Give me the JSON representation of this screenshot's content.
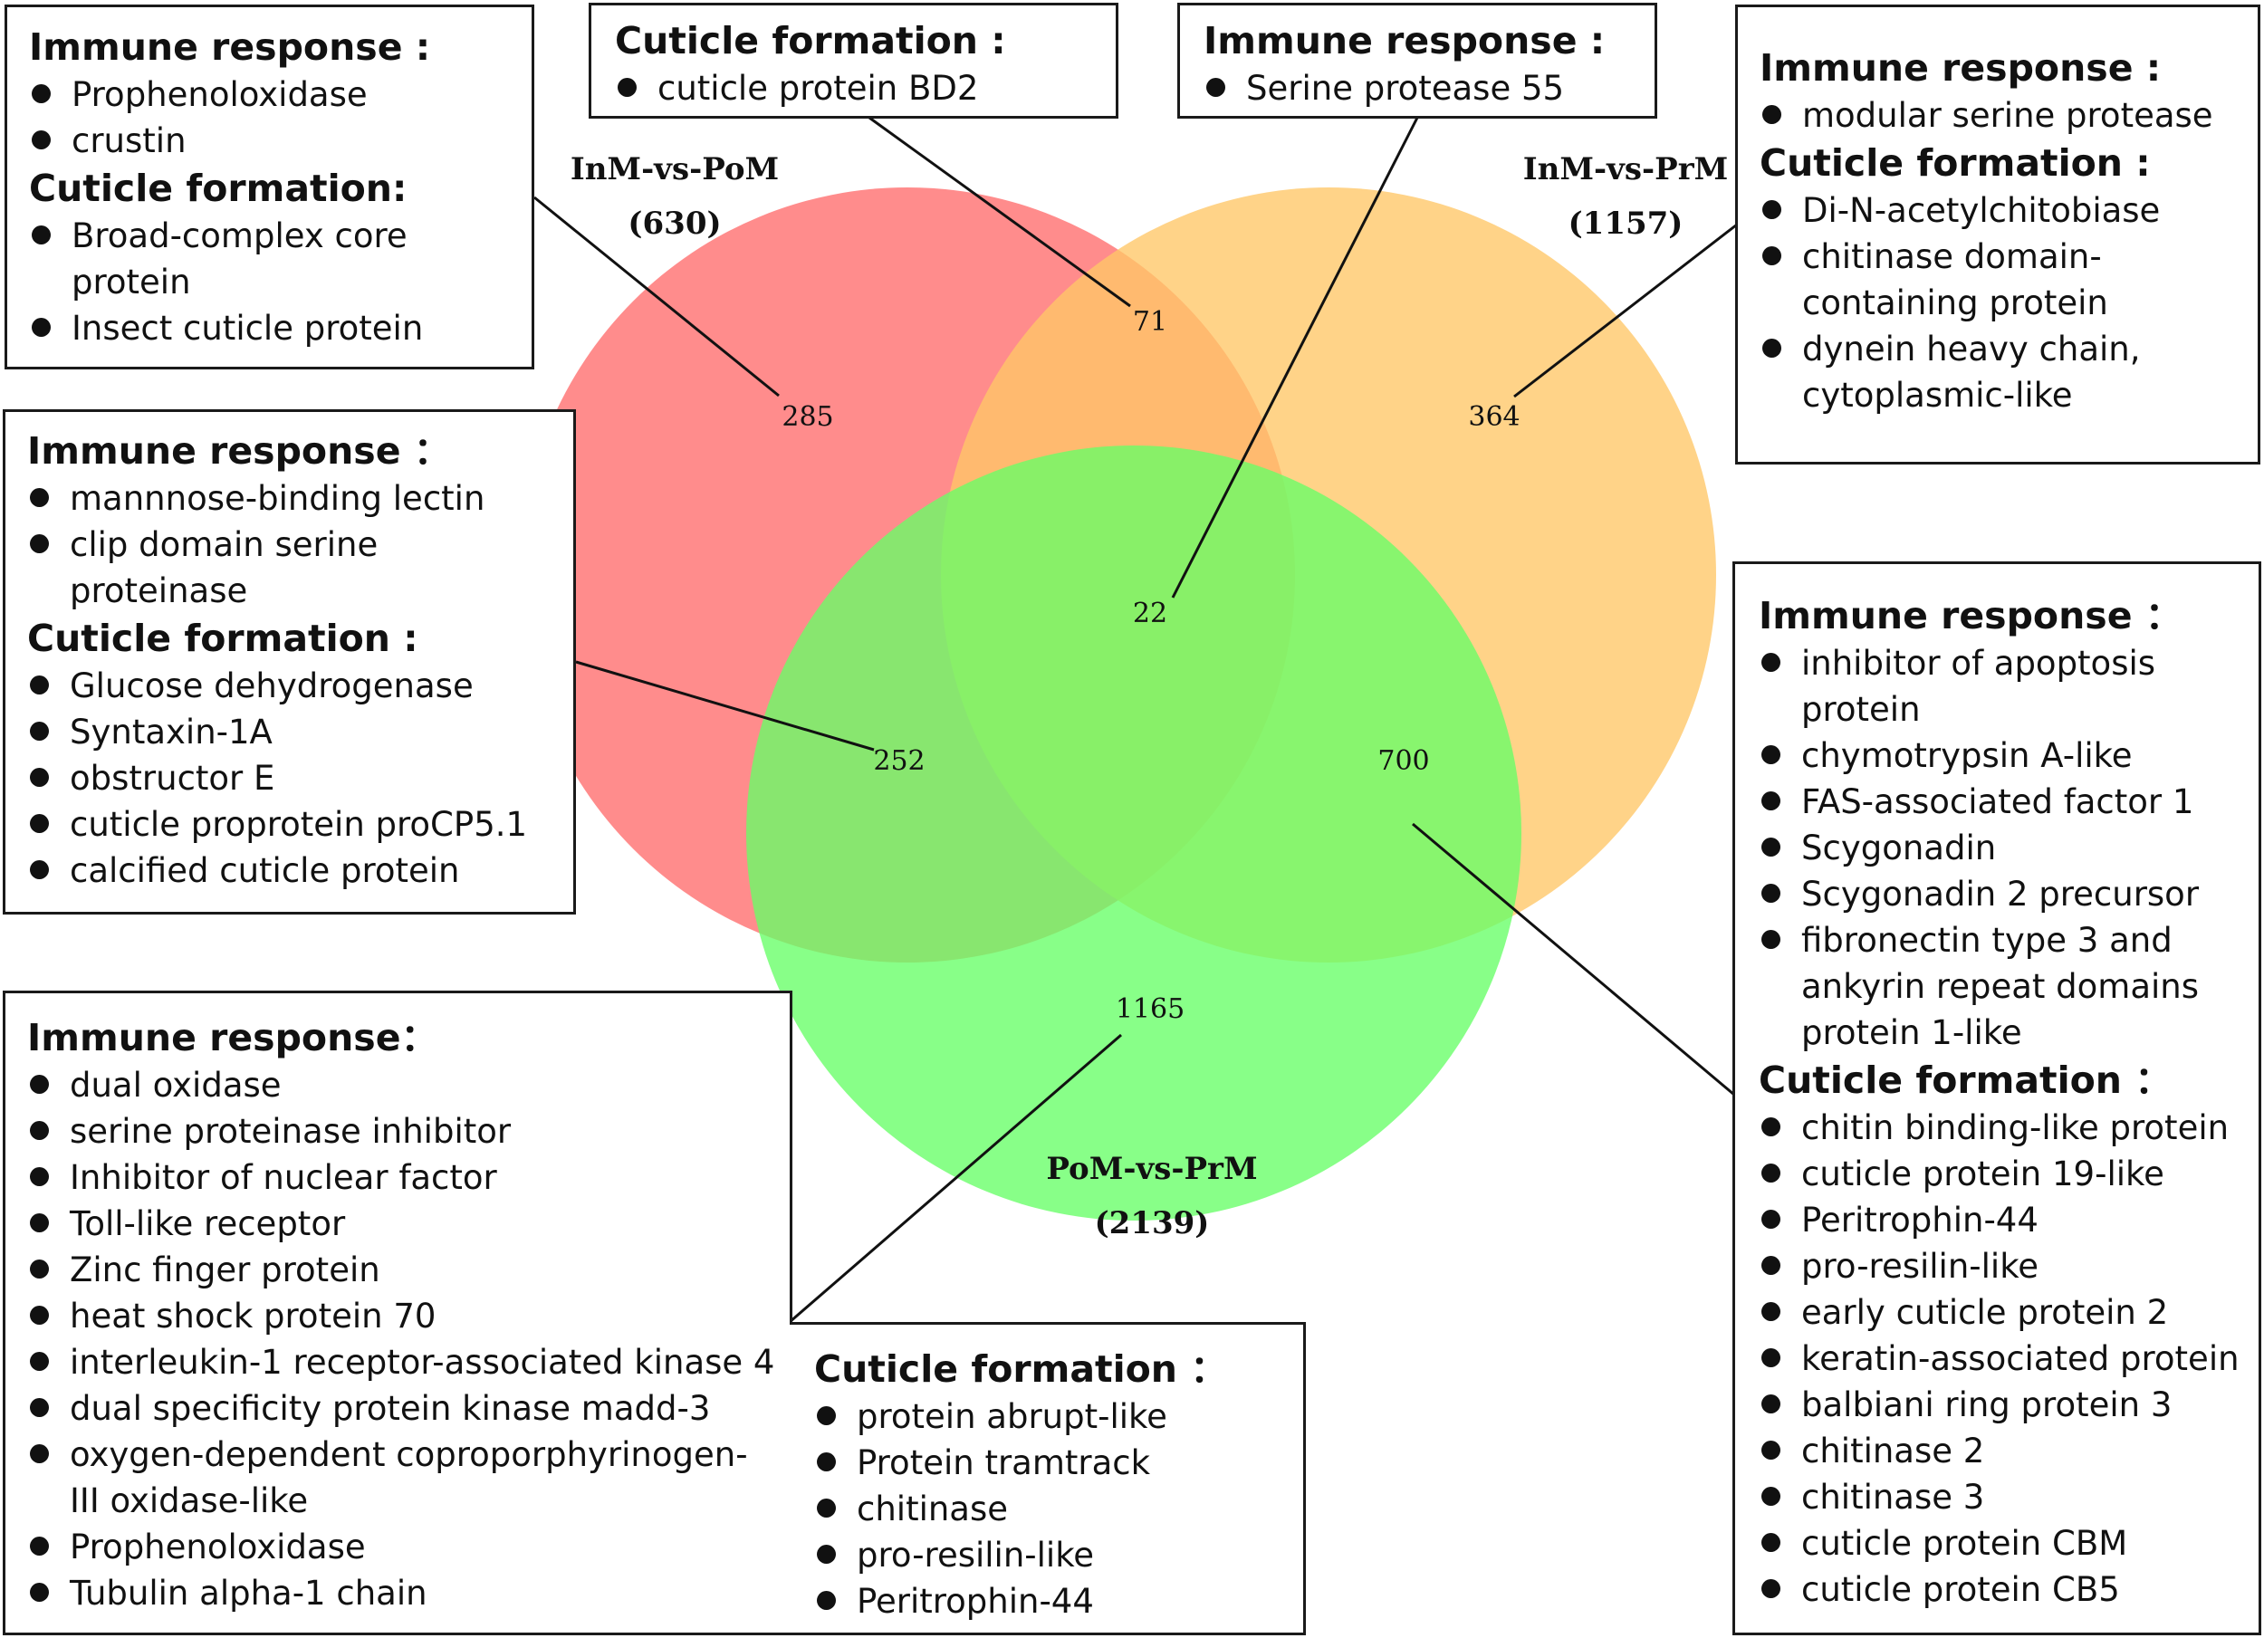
{
  "sets": [
    {
      "name": "InM-vs-PoM",
      "count": "(630)",
      "color": "#ff6b6b"
    },
    {
      "name": "InM-vs-PrM",
      "count": "(1157)",
      "color": "#ffc766"
    },
    {
      "name": "PoM-vs-PrM",
      "count": "(2139)",
      "color": "#66ff66"
    }
  ],
  "regions": {
    "inm_pom_only": "285",
    "inm_pom_and_inm_prm": "71",
    "inm_prm_only": "364",
    "all_three": "22",
    "inm_pom_and_pom_prm": "252",
    "inm_prm_and_pom_prm": "700",
    "pom_prm_only": "1165"
  },
  "boxes": {
    "top_left": {
      "sections": [
        {
          "heading": "Immune response :",
          "items": [
            "Prophenoloxidase",
            "crustin"
          ]
        },
        {
          "heading": "Cuticle formation:",
          "items": [
            "Broad-complex core",
            "Insect cuticle protein"
          ]
        }
      ],
      "continuation": "protein"
    },
    "top_center_left": {
      "heading": "Cuticle formation :",
      "items": [
        "cuticle protein BD2"
      ]
    },
    "top_center_right": {
      "heading": "Immune response :",
      "items": [
        "Serine protease 55"
      ]
    },
    "top_right": {
      "sections": [
        {
          "heading": "Immune response :",
          "items": [
            "modular serine protease"
          ]
        },
        {
          "heading": "Cuticle formation :",
          "items": [
            "Di-N-acetylchitobiase",
            "chitinase domain-",
            "dynein heavy chain,"
          ]
        }
      ],
      "continuations": [
        "containing protein",
        "cytoplasmic-like"
      ]
    },
    "mid_left": {
      "heading1": "Immune response ：",
      "items1": [
        "mannnose-binding lectin",
        "clip domain serine"
      ],
      "continuation1": "proteinase",
      "heading2": "Cuticle formation :",
      "items2": [
        "Glucose dehydrogenase",
        "Syntaxin-1A",
        "obstructor E",
        "cuticle proprotein proCP5.1",
        "calcified cuticle protein"
      ]
    },
    "bottom_left": {
      "heading": "Immune response：",
      "items": [
        "dual oxidase",
        "serine proteinase inhibitor",
        "Inhibitor of nuclear factor",
        "Toll-like receptor",
        "Zinc finger protein",
        "heat shock protein 70",
        "interleukin-1 receptor-associated kinase 4",
        "dual specificity protein kinase madd-3",
        "oxygen-dependent coproporphyrinogen-"
      ],
      "continuation": "III oxidase-like",
      "items_after": [
        "Prophenoloxidase",
        "Tubulin alpha-1 chain"
      ]
    },
    "bottom_center": {
      "heading": "Cuticle formation ：",
      "items": [
        "protein abrupt-like",
        "Protein tramtrack",
        "chitinase",
        "pro-resilin-like",
        "Peritrophin-44"
      ]
    },
    "right": {
      "heading1": "Immune response ：",
      "items1a": [
        "inhibitor of apoptosis"
      ],
      "continuation1a": "protein",
      "items1b": [
        "chymotrypsin A-like",
        "FAS-associated factor 1",
        "Scygonadin",
        "Scygonadin 2 precursor",
        "fibronectin type 3 and"
      ],
      "continuation1b": [
        "ankyrin repeat domains",
        "protein 1-like"
      ],
      "heading2": "Cuticle formation ：",
      "items2": [
        "chitin binding-like protein",
        "cuticle protein 19-like",
        "Peritrophin-44",
        "pro-resilin-like",
        "early cuticle protein 2",
        "keratin-associated protein",
        "balbiani ring protein 3",
        "chitinase 2",
        "chitinase 3",
        "cuticle protein CBM",
        "cuticle protein CB5"
      ]
    }
  }
}
